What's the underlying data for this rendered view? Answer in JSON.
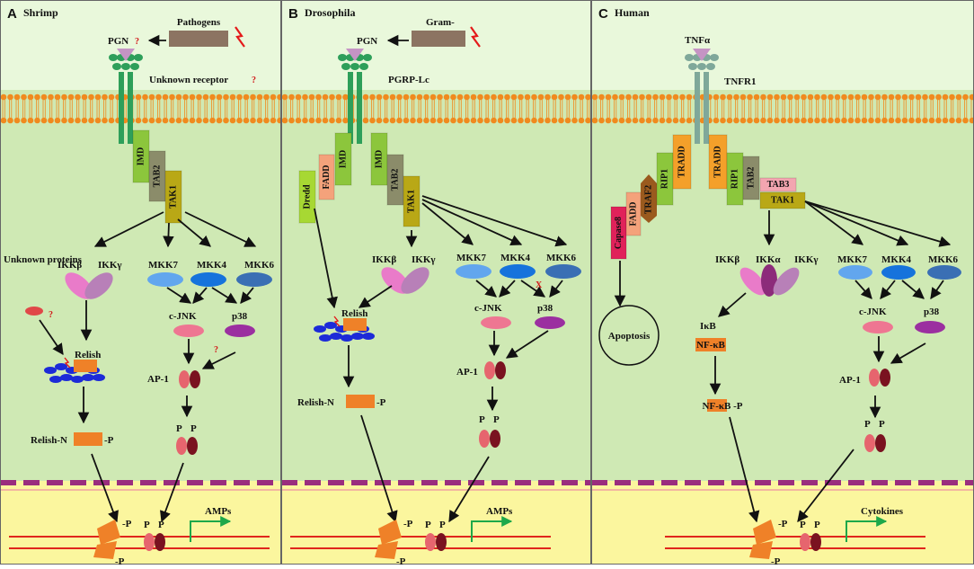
{
  "colors": {
    "panel_top": "#e9f8db",
    "cytoplasm": "#cfe9b4",
    "nucleus": "#fbf69e",
    "membrane": "#f08a1e",
    "nuclear_membrane": "#9a2d7e",
    "receptor": "#2e9f5a",
    "tnfr": "#7fa89a",
    "ligand": "#c594c4",
    "imd": "#8cc63c",
    "tab2": "#8b8c6a",
    "tak1": "#b9a816",
    "tab3": "#f3a5b0",
    "fadd": "#f4a27b",
    "dredd": "#a7d833",
    "tradd": "#f4a02a",
    "traf2": "#9a5a1e",
    "caspase8": "#e0225a",
    "ikkb": "#e97bc9",
    "ikkg": "#b880b8",
    "ikka": "#8c2b7a",
    "mkk7": "#62a6ee",
    "mkk4": "#1673dc",
    "mkk6": "#3a6fb4",
    "cjnk": "#ee7692",
    "p38": "#9b2fa0",
    "ap1a": "#e6656e",
    "ap1b": "#7a1220",
    "relish_body": "#ef8128",
    "relish_beads": "#1c2ad8",
    "pathogen": "#8c7462",
    "arrow_green": "#1ea84a",
    "dna": "#e0261c",
    "question": "#d21a1a",
    "lightning": "#e41a1a"
  },
  "panels": [
    {
      "letter": "A",
      "organism": "Shrimp",
      "ligand_label": "PGN",
      "ligand_query": "?",
      "pathogen_label": "Pathogens",
      "receptor_label": "Unknown receptor",
      "receptor_query": "?",
      "adaptors": [
        "IMD",
        "TAB2",
        "TAK1"
      ],
      "ikk_labels": [
        "IKKβ",
        "IKKγ"
      ],
      "mkk_labels": [
        "MKK7",
        "MKK4",
        "MKK6"
      ],
      "mapk_labels": [
        "c-JNK",
        "p38"
      ],
      "ap1_label": "AP-1",
      "unknown_proteins_label": "Unknown proteins",
      "unknown_proteins_query": "?",
      "p38_query": "?",
      "relish_label": "Relish",
      "relish_n_label": "Relish-N",
      "phospho": "-P",
      "p_label": "P",
      "output_label": "AMPs"
    },
    {
      "letter": "B",
      "organism": "Drosophila",
      "ligand_label": "PGN",
      "pathogen_label": "Gram-",
      "receptor_label": "PGRP-Lc",
      "adaptors": [
        "Dredd",
        "FADD",
        "IMD",
        "IMD",
        "TAB2",
        "TAK1"
      ],
      "ikk_labels": [
        "IKKβ",
        "IKKγ"
      ],
      "mkk_labels": [
        "MKK7",
        "MKK4",
        "MKK6"
      ],
      "mapk_labels": [
        "c-JNK",
        "p38"
      ],
      "ap1_label": "AP-1",
      "block_mark": "X",
      "relish_label": "Relish",
      "relish_n_label": "Relish-N",
      "phospho": "-P",
      "p_label": "P",
      "output_label": "AMPs"
    },
    {
      "letter": "C",
      "organism": "Human",
      "ligand_label": "TNFα",
      "receptor_label": "TNFR1",
      "adaptors": [
        "Capase8",
        "FADD",
        "TRAF2",
        "RIP1",
        "TRADD",
        "TRADD",
        "RIP1",
        "TAB2",
        "TAB3",
        "TAK1"
      ],
      "ikk_labels": [
        "IKKβ",
        "IKKα",
        "IKKγ"
      ],
      "mkk_labels": [
        "MKK7",
        "MKK4",
        "MKK6"
      ],
      "mapk_labels": [
        "c-JNK",
        "p38"
      ],
      "ap1_label": "AP-1",
      "apoptosis_label": "Apoptosis",
      "ikb_label": "IκB",
      "nfkb_label": "NF-κB",
      "nfkb_p_label": "NF-κB -P",
      "phospho": "-P",
      "p_label": "P",
      "output_label": "Cytokines"
    }
  ]
}
